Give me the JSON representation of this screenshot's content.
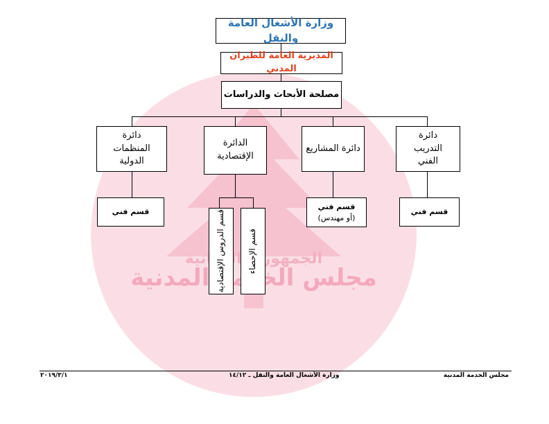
{
  "chart": {
    "ministry": "وزارة الأشغال العامة والنقل",
    "directorate": "المديرية العامة للطيران المدني",
    "service": "مصلحة الأبحاث والدراسات",
    "departments": {
      "training": "دائرة التدريب الفني",
      "projects": "دائرة المشاريع",
      "economic": "الدائرة الإقتصادية",
      "international": "دائرة المنظمات الدولية"
    },
    "sections": {
      "training_tech": "قسم فني",
      "projects_tech_line1": "قسم فني",
      "projects_tech_line2": "(أو مهندس)",
      "economic_studies": "قسم الدروس الإقتصادية",
      "economic_stats": "قسم الإحصاء",
      "international_tech": "قسم فني"
    }
  },
  "watermark": {
    "text_main": "مجلس الخدمة المدنية",
    "text_top": "الجمهورية اللبنانية",
    "color": "#f7c8d4"
  },
  "footer": {
    "right": "مجلس الخدمة المدنية",
    "center": "وزارة الأشغال العامة والنقل ـ ١٤/١٢",
    "left": "٢٠١٩/٣/١"
  },
  "colors": {
    "ministry": "#2e74b5",
    "directorate": "#e0441f",
    "lines": "#000000"
  }
}
